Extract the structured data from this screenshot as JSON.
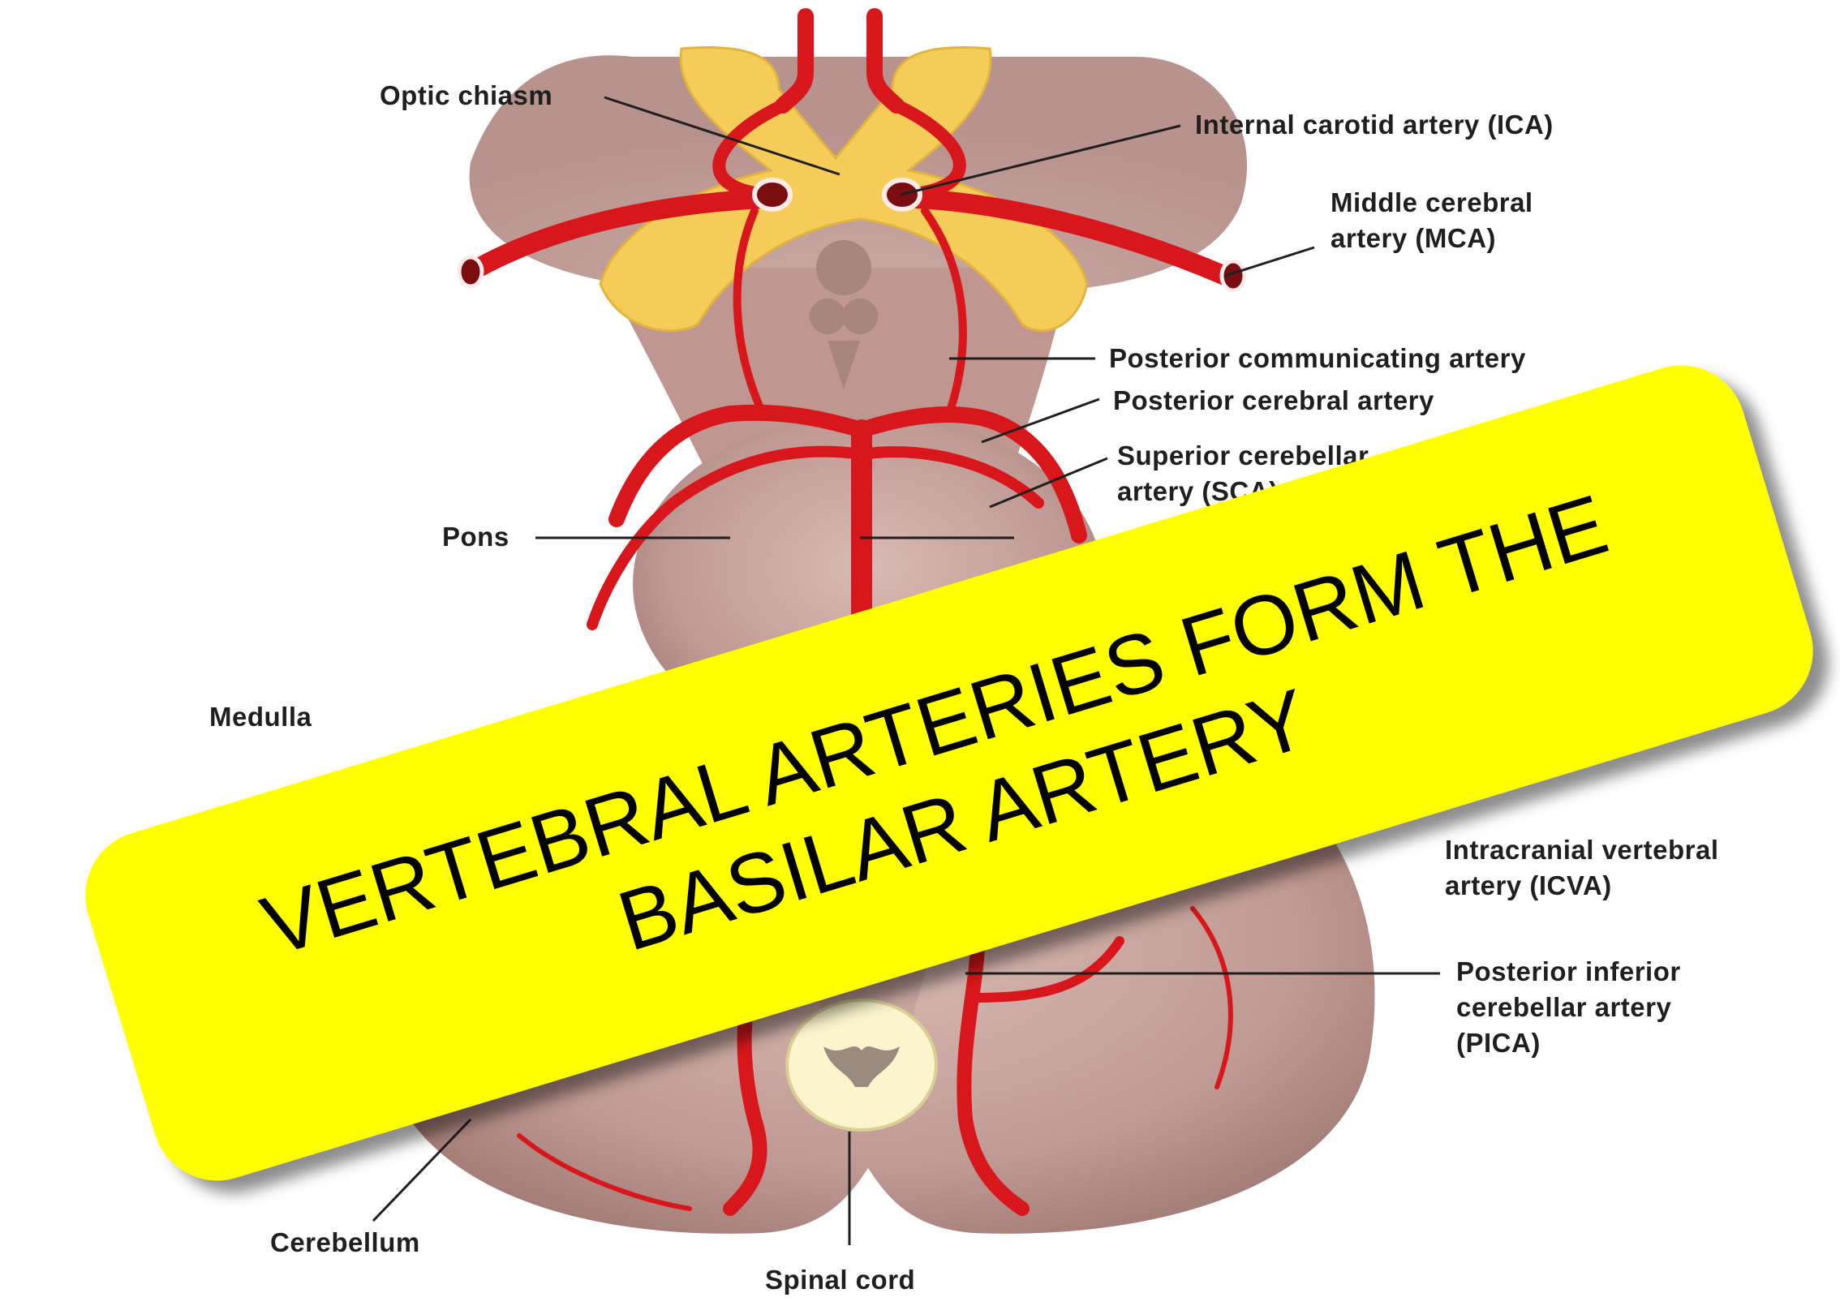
{
  "labels": {
    "optic_chiasm": "Optic chiasm",
    "ica": "Internal carotid artery (ICA)",
    "mca_line1": "Middle cerebral",
    "mca_line2": "artery (MCA)",
    "pcomm": "Posterior communicating artery",
    "pca": "Posterior cerebral artery",
    "sca_line1": "Superior cerebellar",
    "sca_line2": "artery (SCA)",
    "pons": "Pons",
    "icva_line1": "Intracranial vertebral",
    "icva_line2": "artery (ICVA)",
    "pica_line1": "Posterior inferior",
    "pica_line2": "cerebellar artery",
    "pica_line3": "(PICA)",
    "cerebellum": "Cerebellum",
    "spinal_cord": "Spinal cord",
    "medulla": "Medulla"
  },
  "banner": {
    "line1": "VERTEBRAL ARTERIES FORM THE",
    "line2": "BASILAR ARTERY"
  },
  "colors": {
    "artery": "#d7171c",
    "brain": "#c5a29c",
    "chiasm": "#f5cc5a",
    "banner": "#ffff00"
  }
}
